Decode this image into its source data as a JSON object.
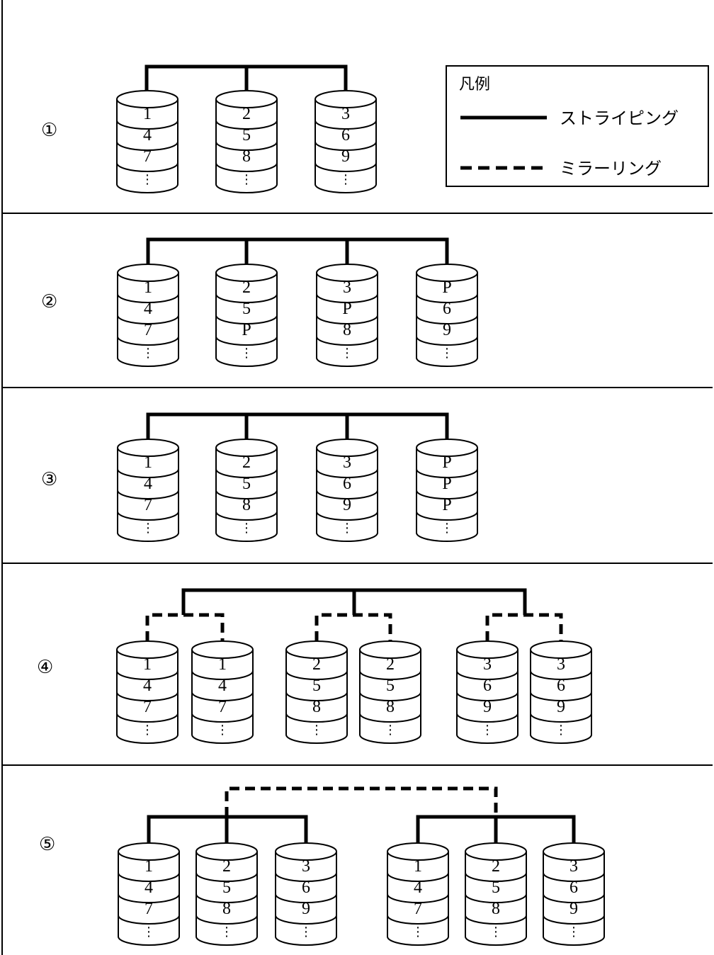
{
  "legend": {
    "title": "凡例",
    "striping_label": "ストライピング",
    "mirroring_label": "ミラーリング"
  },
  "sections": [
    {
      "marker": "①",
      "disks": [
        {
          "cells": [
            "1",
            "4",
            "7",
            "⋮"
          ]
        },
        {
          "cells": [
            "2",
            "5",
            "8",
            "⋮"
          ]
        },
        {
          "cells": [
            "3",
            "6",
            "9",
            "⋮"
          ]
        }
      ],
      "connections": [
        "striping across all 3 disks"
      ]
    },
    {
      "marker": "②",
      "disks": [
        {
          "cells": [
            "1",
            "4",
            "7",
            "⋮"
          ]
        },
        {
          "cells": [
            "2",
            "5",
            "P",
            "⋮"
          ]
        },
        {
          "cells": [
            "3",
            "P",
            "8",
            "⋮"
          ]
        },
        {
          "cells": [
            "P",
            "6",
            "9",
            "⋮"
          ]
        }
      ],
      "connections": [
        "striping across all 4 disks"
      ]
    },
    {
      "marker": "③",
      "disks": [
        {
          "cells": [
            "1",
            "4",
            "7",
            "⋮"
          ]
        },
        {
          "cells": [
            "2",
            "5",
            "8",
            "⋮"
          ]
        },
        {
          "cells": [
            "3",
            "6",
            "9",
            "⋮"
          ]
        },
        {
          "cells": [
            "P",
            "P",
            "P",
            "⋮"
          ]
        }
      ],
      "connections": [
        "striping across all 4 disks"
      ]
    },
    {
      "marker": "④",
      "disks": [
        {
          "cells": [
            "1",
            "4",
            "7",
            "⋮"
          ]
        },
        {
          "cells": [
            "1",
            "4",
            "7",
            "⋮"
          ]
        },
        {
          "cells": [
            "2",
            "5",
            "8",
            "⋮"
          ]
        },
        {
          "cells": [
            "2",
            "5",
            "8",
            "⋮"
          ]
        },
        {
          "cells": [
            "3",
            "6",
            "9",
            "⋮"
          ]
        },
        {
          "cells": [
            "3",
            "6",
            "9",
            "⋮"
          ]
        }
      ],
      "connections": [
        "mirroring within 3 pairs",
        "striping across the 3 pairs"
      ]
    },
    {
      "marker": "⑤",
      "disks": [
        {
          "cells": [
            "1",
            "4",
            "7",
            "⋮"
          ]
        },
        {
          "cells": [
            "2",
            "5",
            "8",
            "⋮"
          ]
        },
        {
          "cells": [
            "3",
            "6",
            "9",
            "⋮"
          ]
        },
        {
          "cells": [
            "1",
            "4",
            "7",
            "⋮"
          ]
        },
        {
          "cells": [
            "2",
            "5",
            "8",
            "⋮"
          ]
        },
        {
          "cells": [
            "3",
            "6",
            "9",
            "⋮"
          ]
        }
      ],
      "connections": [
        "striping within 2 groups of 3",
        "mirroring between the 2 groups"
      ]
    }
  ]
}
